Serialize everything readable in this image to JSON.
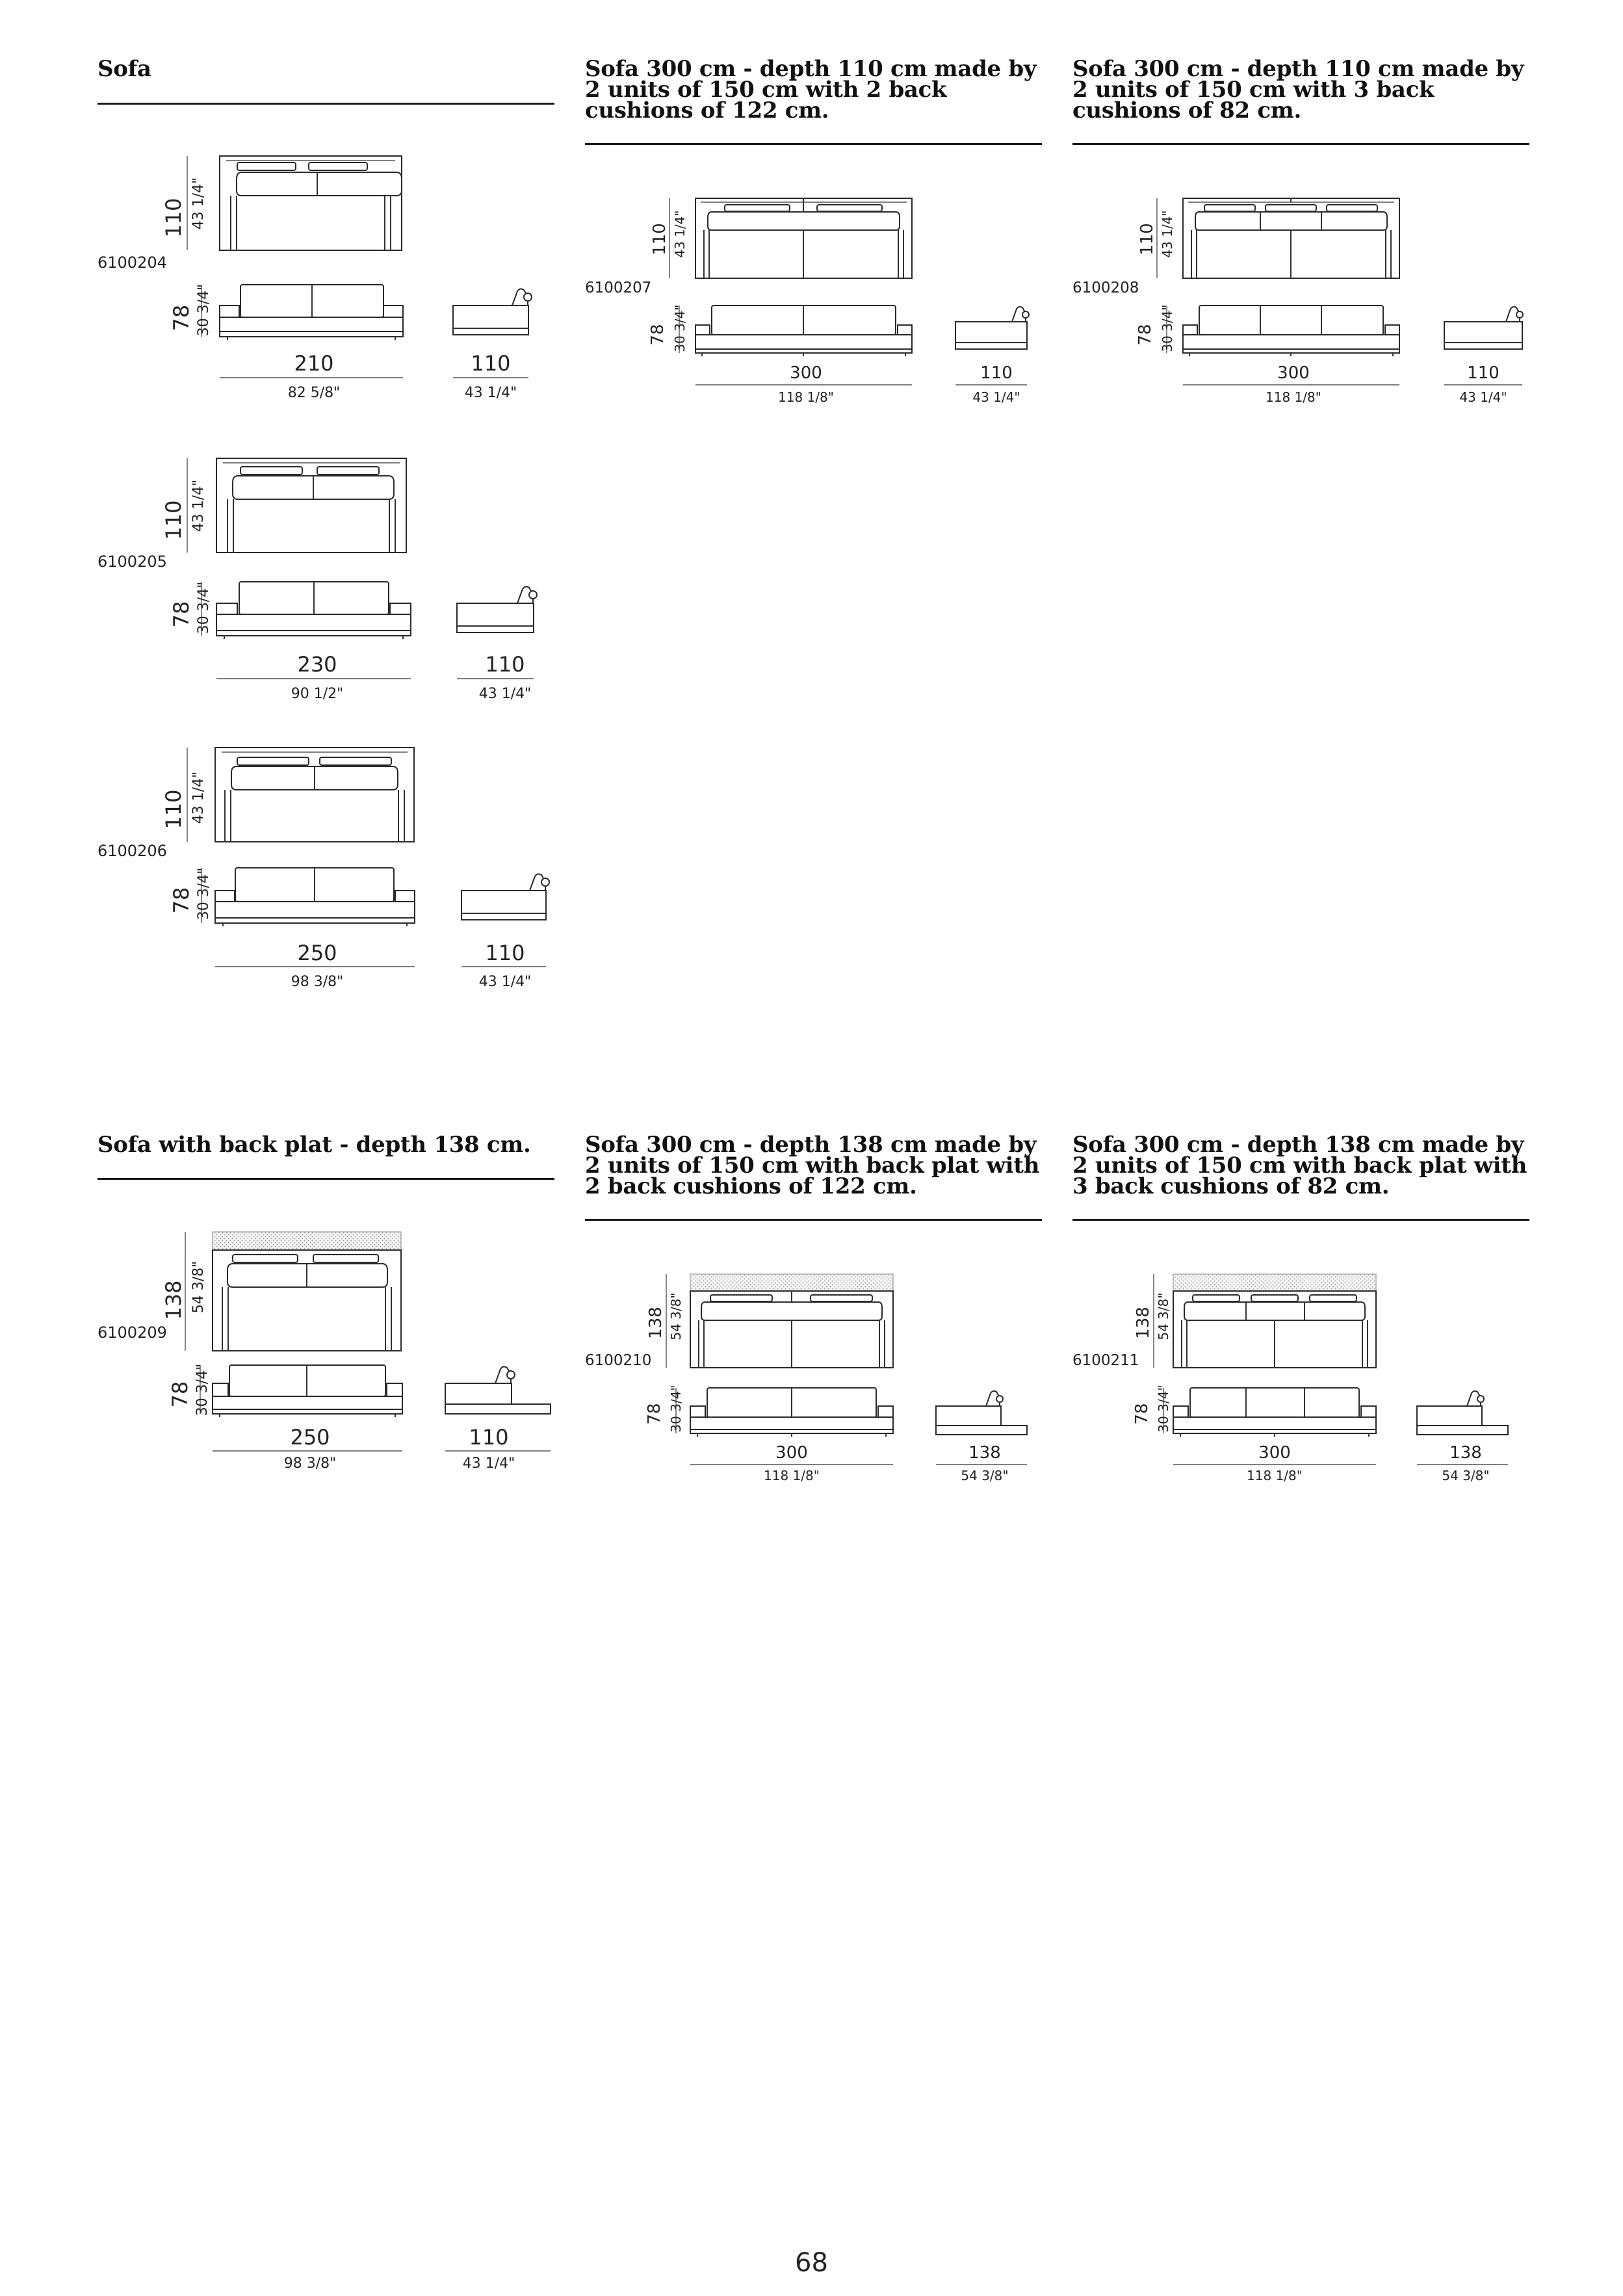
{
  "page_number": "68",
  "sections": [
    {
      "title": "Sofa",
      "items": [
        {
          "code": "6100204",
          "plan_depth_cm": "110",
          "plan_depth_in": "43 1/4\"",
          "height_cm": "78",
          "height_in": "30 3/4\"",
          "width_cm": "210",
          "width_in": "82 5/8\"",
          "side_depth_cm": "110",
          "side_depth_in": "43 1/4\""
        },
        {
          "code": "6100205",
          "plan_depth_cm": "110",
          "plan_depth_in": "43 1/4\"",
          "height_cm": "78",
          "height_in": "30 3/4\"",
          "width_cm": "230",
          "width_in": "90 1/2\"",
          "side_depth_cm": "110",
          "side_depth_in": "43 1/4\""
        },
        {
          "code": "6100206",
          "plan_depth_cm": "110",
          "plan_depth_in": "43 1/4\"",
          "height_cm": "78",
          "height_in": "30 3/4\"",
          "width_cm": "250",
          "width_in": "98 3/8\"",
          "side_depth_cm": "110",
          "side_depth_in": "43 1/4\""
        }
      ]
    },
    {
      "title": "Sofa 300 cm - depth 110 cm made by 2 units of 150 cm with 2 back cushions of 122 cm.",
      "items": [
        {
          "code": "6100207",
          "plan_depth_cm": "110",
          "plan_depth_in": "43 1/4\"",
          "height_cm": "78",
          "height_in": "30 3/4\"",
          "width_cm": "300",
          "width_in": "118 1/8\"",
          "side_depth_cm": "110",
          "side_depth_in": "43 1/4\""
        }
      ]
    },
    {
      "title": "Sofa 300 cm - depth 110 cm made by 2 units of 150 cm with 3 back cushions of 82 cm.",
      "items": [
        {
          "code": "6100208",
          "plan_depth_cm": "110",
          "plan_depth_in": "43 1/4\"",
          "height_cm": "78",
          "height_in": "30 3/4\"",
          "width_cm": "300",
          "width_in": "118 1/8\"",
          "side_depth_cm": "110",
          "side_depth_in": "43 1/4\""
        }
      ]
    },
    {
      "title": "Sofa with back plat - depth 138 cm.",
      "items": [
        {
          "code": "6100209",
          "plan_depth_cm": "138",
          "plan_depth_in": "54 3/8\"",
          "height_cm": "78",
          "height_in": "30 3/4\"",
          "width_cm": "250",
          "width_in": "98 3/8\"",
          "side_depth_cm": "110",
          "side_depth_in": "43 1/4\""
        }
      ]
    },
    {
      "title": "Sofa 300 cm - depth 138 cm made by 2 units of 150 cm with back plat with 2 back cushions of 122 cm.",
      "items": [
        {
          "code": "6100210",
          "plan_depth_cm": "138",
          "plan_depth_in": "54 3/8\"",
          "height_cm": "78",
          "height_in": "30 3/4\"",
          "width_cm": "300",
          "width_in": "118 1/8\"",
          "side_depth_cm": "138",
          "side_depth_in": "54 3/8\""
        }
      ]
    },
    {
      "title": "Sofa 300 cm - depth 138 cm made by 2 units of 150 cm with back plat with 3 back cushions of 82 cm.",
      "items": [
        {
          "code": "6100211",
          "plan_depth_cm": "138",
          "plan_depth_in": "54 3/8\"",
          "height_cm": "78",
          "height_in": "30 3/4\"",
          "width_cm": "300",
          "width_in": "118 1/8\"",
          "side_depth_cm": "138",
          "side_depth_in": "54 3/8\""
        }
      ]
    }
  ]
}
